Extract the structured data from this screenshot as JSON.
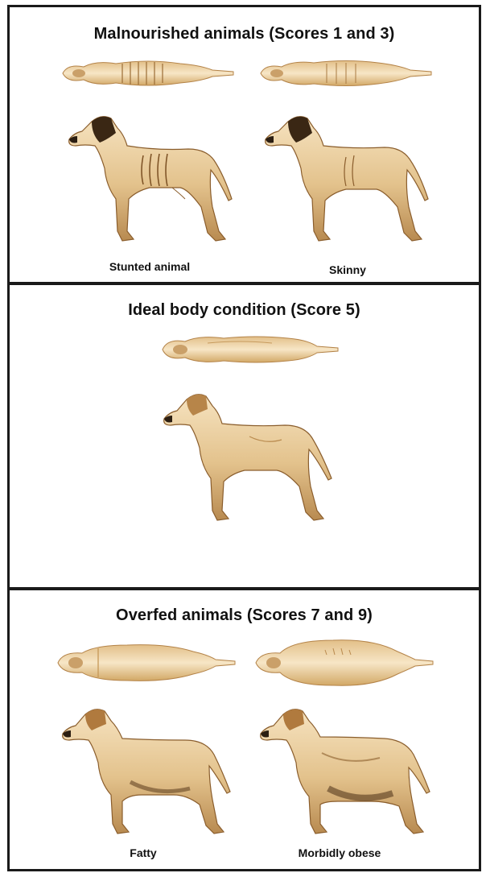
{
  "panels": [
    {
      "title": "Malnourished animals (Scores 1 and 3)",
      "captions": [
        "Stunted animal",
        "Skinny"
      ]
    },
    {
      "title": "Ideal body condition (Score 5)"
    },
    {
      "title": "Overfed animals (Scores 7 and 9)",
      "captions": [
        "Fatty",
        "Morbidly obese"
      ]
    }
  ],
  "colors": {
    "body": "#e9cc9a",
    "shade": "#b98a4e",
    "dark": "#2b1e12",
    "border": "#1a1a1a"
  }
}
